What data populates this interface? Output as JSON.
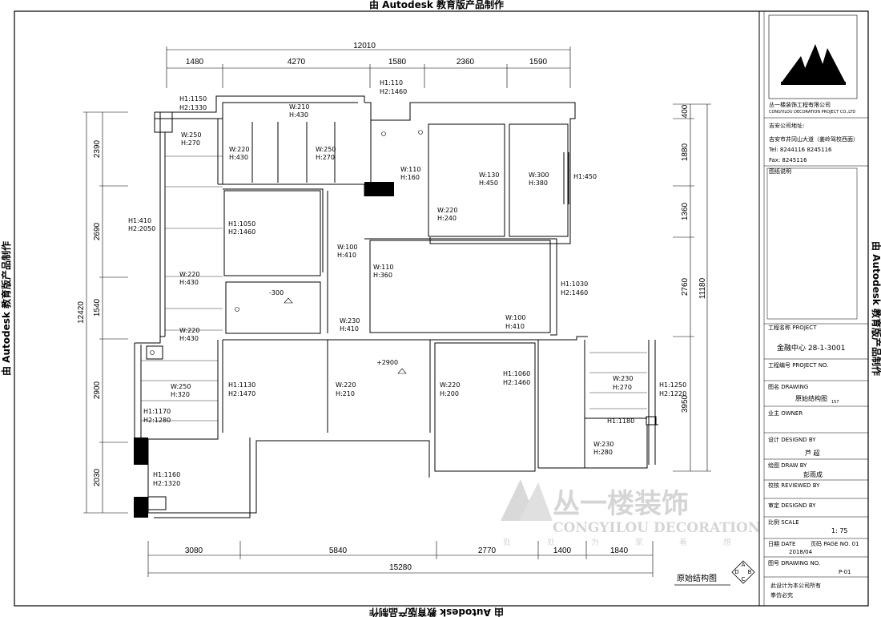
{
  "watermark": "由 Autodesk 教育版产品制作",
  "plan_title": "原始结构图",
  "compass_letters": [
    "A",
    "B",
    "C",
    "D"
  ],
  "dims_top_total": "12010",
  "dims_top": [
    "1480",
    "4270",
    "1580",
    "2360",
    "1590"
  ],
  "dims_bottom_total": "15280",
  "dims_bottom": [
    "3080",
    "5840",
    "2770",
    "1400",
    "1840"
  ],
  "dims_left_total": "12420",
  "dims_left": [
    "2390",
    "2690",
    "1540",
    "2900",
    "2030"
  ],
  "dims_right_total": "11180",
  "dims_right": [
    "400",
    "1880",
    "1360",
    "2760",
    "3950"
  ],
  "labels": [
    {
      "l1": "H1:1150",
      "l2": "H2:1330"
    },
    {
      "l1": "W:210",
      "l2": "H:430"
    },
    {
      "l1": "H1:110",
      "l2": "H2:1460"
    },
    {
      "l1": "W:250",
      "l2": "H:270"
    },
    {
      "l1": "W:220",
      "l2": "H:430"
    },
    {
      "l1": "W:250",
      "l2": "H:270"
    },
    {
      "l1": "W:110",
      "l2": "H:160"
    },
    {
      "l1": "W:130",
      "l2": "H:450"
    },
    {
      "l1": "W:300",
      "l2": "H:380"
    },
    {
      "l1": "H1:450",
      "l2": ""
    },
    {
      "l1": "H1:410",
      "l2": "H2:2050"
    },
    {
      "l1": "H1:1050",
      "l2": "H2:1460"
    },
    {
      "l1": "W:220",
      "l2": "H:240"
    },
    {
      "l1": "W:100",
      "l2": "H:410"
    },
    {
      "l1": "W:110",
      "l2": "H:360"
    },
    {
      "l1": "H1:1030",
      "l2": "H2:1460"
    },
    {
      "l1": "W:220",
      "l2": "H:430"
    },
    {
      "l1": "-300",
      "l2": ""
    },
    {
      "l1": "W:230",
      "l2": "H:410"
    },
    {
      "l1": "W:100",
      "l2": "H:410"
    },
    {
      "l1": "W:220",
      "l2": "H:430"
    },
    {
      "l1": "+2900",
      "l2": ""
    },
    {
      "l1": "H1:1130",
      "l2": "H2:1470"
    },
    {
      "l1": "W:220",
      "l2": "H:210"
    },
    {
      "l1": "W:220",
      "l2": "H:200"
    },
    {
      "l1": "H1:1060",
      "l2": "H2:1460"
    },
    {
      "l1": "W:230",
      "l2": "H:270"
    },
    {
      "l1": "H1:1250",
      "l2": "H2:1220"
    },
    {
      "l1": "W:250",
      "l2": "H:320"
    },
    {
      "l1": "H1:1170",
      "l2": "H2:1280"
    },
    {
      "l1": "H1:1180",
      "l2": ""
    },
    {
      "l1": "W:230",
      "l2": "H:280"
    },
    {
      "l1": "H1:1160",
      "l2": "H2:1320"
    }
  ],
  "title_block": {
    "company": "丛一楼装饰工程有限公司",
    "company_en": "CONGYILOU DECORATION PROJECT CO.,LTD",
    "address_label": "吉安公司地址:",
    "address": "吉安市井冈山大道（姜岭驾校西面）",
    "tel": "Tel: 8244116  8245116",
    "fax": "Fax: 8245116",
    "notes_label": "图纸说明",
    "project_label": "工程名称  PROJECT",
    "project_value": "金融中心  28-1-3001",
    "project_no": "工程编号  PROJECT  NO.",
    "drawing_label": "图名  DRAWING",
    "drawing_value": "原始结构图",
    "drawing_suffix": "157",
    "owner_label": "业主  OWNER",
    "design_label": "设计  DESIGND BY",
    "design_value": "芦  超",
    "draw_label": "绘图  DRAW BY",
    "draw_value": "彭雨成",
    "review_label": "校核  REVIEWED BY",
    "approve_label": "审定  DESIGND BY",
    "scale_label": "比例  SCALE",
    "scale_value": "1: 75",
    "date_label": "日期  DATE",
    "date_value": "2018/04",
    "page_label": "页码  PAGE NO. 01",
    "drawing_no_label": "图号  DRAWING NO.",
    "drawing_no_value": "P-01",
    "copyright1": "此设计为本公司所有",
    "copyright2": "拳仿必究"
  },
  "brand": {
    "name_cn": "丛一楼装饰",
    "name_en": "CONGYILOU DECORATION",
    "slogan": [
      "处",
      "处",
      "为",
      "家",
      "着",
      "想"
    ]
  }
}
